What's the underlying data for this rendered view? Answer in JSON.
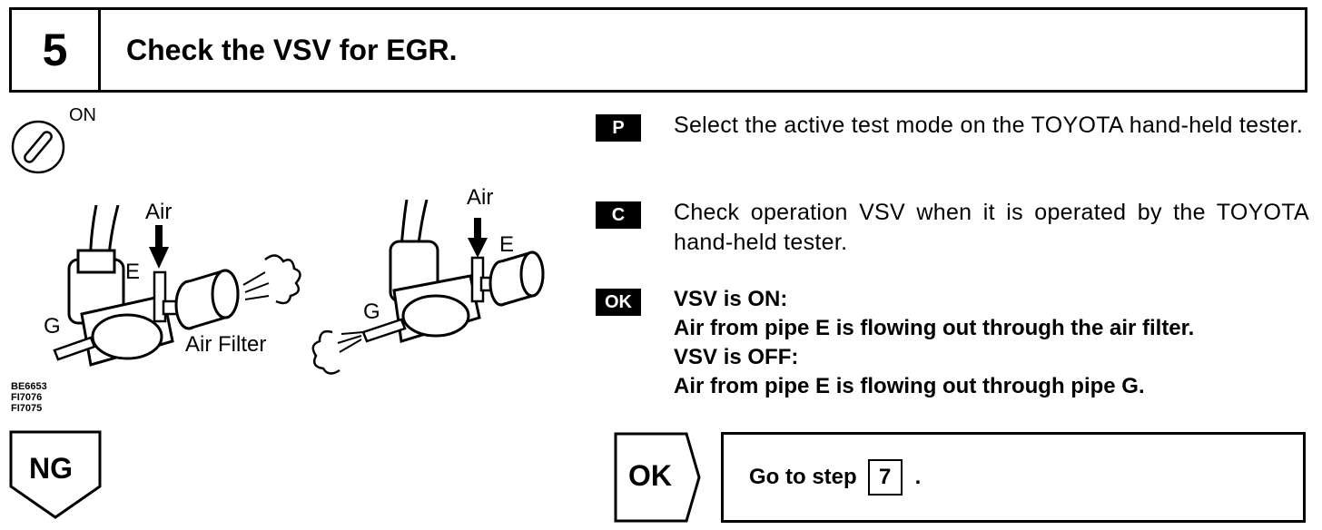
{
  "header": {
    "step_number": "5",
    "title": "Check the VSV for EGR."
  },
  "figure": {
    "ignition_label": "ON",
    "left_diagram": {
      "air_label": "Air",
      "e_label": "E",
      "g_label": "G",
      "filter_label": "Air Filter"
    },
    "right_diagram": {
      "air_label": "Air",
      "e_label": "E",
      "g_label": "G"
    },
    "codes": [
      "BE6653",
      "FI7076",
      "FI7075"
    ]
  },
  "instructions": [
    {
      "badge": "P",
      "text": "Select the active test mode on the TOYOTA hand-held tester."
    },
    {
      "badge": "C",
      "text": "Check operation VSV when it is operated by the TOYOTA hand-held tester."
    }
  ],
  "ok_result": {
    "badge": "OK",
    "lines": [
      "VSV is ON:",
      "Air from pipe E is flowing out through the air filter.",
      "VSV is OFF:",
      "Air from pipe E is flowing out through pipe G."
    ]
  },
  "results": {
    "ng_label": "NG",
    "ok_label": "OK",
    "goto_text": "Go to step",
    "goto_step": "7",
    "goto_suffix": "."
  }
}
